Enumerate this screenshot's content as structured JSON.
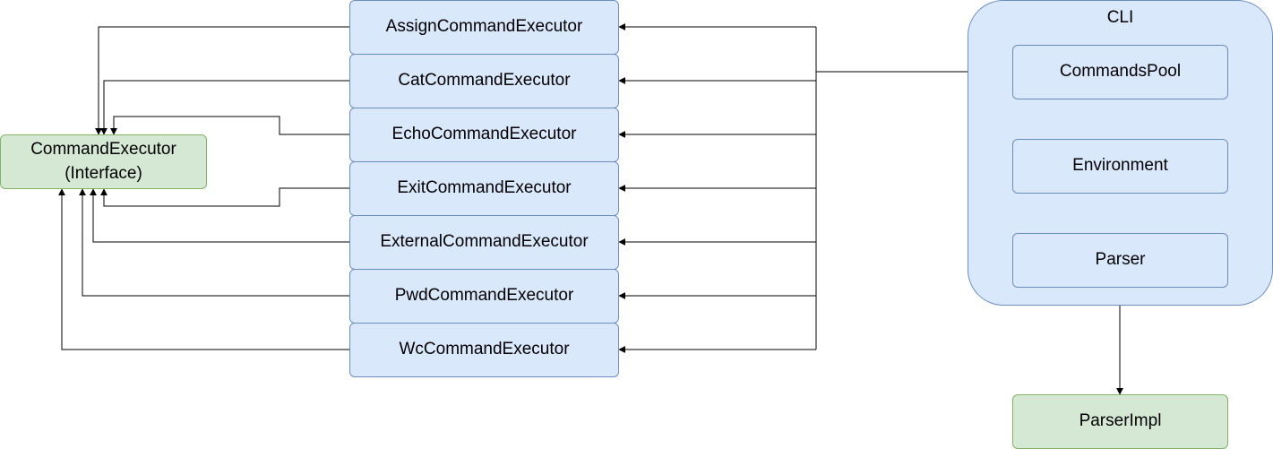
{
  "diagram": {
    "interface": {
      "name": "CommandExecutor",
      "stereotype": "(Interface)"
    },
    "executors": [
      {
        "label": "AssignCommandExecutor"
      },
      {
        "label": "CatCommandExecutor"
      },
      {
        "label": "EchoCommandExecutor"
      },
      {
        "label": "ExitCommandExecutor"
      },
      {
        "label": "ExternalCommandExecutor"
      },
      {
        "label": "PwdCommandExecutor"
      },
      {
        "label": "WcCommandExecutor"
      }
    ],
    "cli": {
      "title": "CLI",
      "commands_pool": "CommandsPool",
      "environment": "Environment",
      "parser": "Parser"
    },
    "parser_impl": "ParserImpl",
    "colors": {
      "blue_fill": "#dae8fc",
      "blue_stroke": "#6c8ebf",
      "green_fill": "#d5e8d4",
      "green_stroke": "#82b366",
      "line": "#000000"
    }
  }
}
